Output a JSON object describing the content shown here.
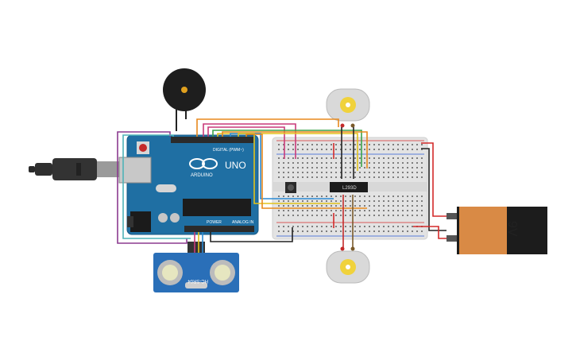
{
  "arduino": {
    "model": "UNO",
    "brand": "ARDUINO",
    "brand_color": "#1f6fa3",
    "pin_label": "DIGITAL (PWM~)",
    "power_label": "POWER",
    "analog_label": "ANALOG IN"
  },
  "driver": {
    "label": "L293D"
  },
  "battery": {
    "label": "9V",
    "body_color": "#d98a45"
  },
  "sensor": {
    "label": "HC-SR04"
  },
  "icons": [
    "usb-cable-icon",
    "piezo-buzzer-icon",
    "dc-motor-icon",
    "push-button-icon",
    "battery-icon",
    "ultrasonic-sensor-icon"
  ],
  "wire_colors": {
    "red": "#d42a2a",
    "black": "#222222",
    "orange": "#e8891d",
    "yellow": "#e2c21b",
    "green": "#3aa34a",
    "blue": "#2a8ad4",
    "purple": "#8b3a8f",
    "pink": "#c93a7a",
    "brown": "#8a5a2a",
    "teal": "#4fb3b8"
  }
}
